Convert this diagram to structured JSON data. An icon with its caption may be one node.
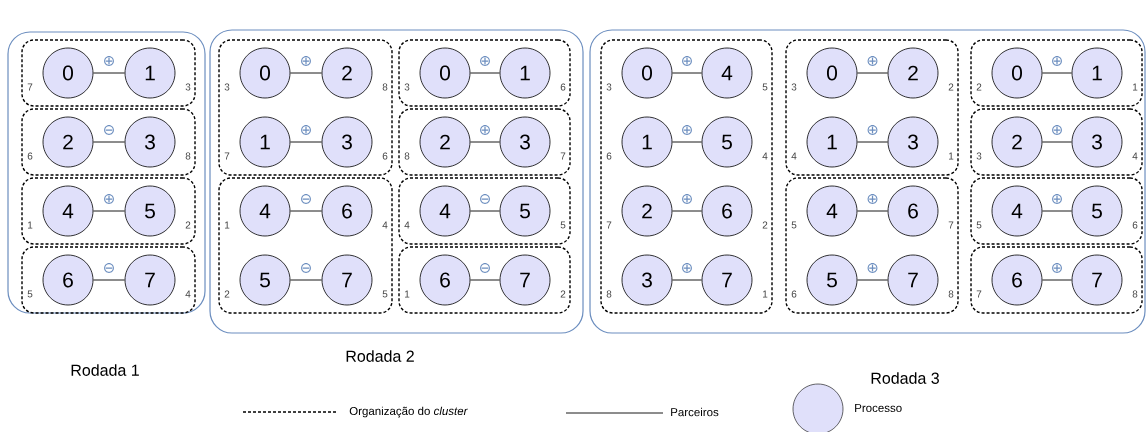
{
  "diagram": {
    "nodes": [
      {
        "text": [
          "Rodada 1"
        ]
      },
      {
        "text": [],
        "shape": "box",
        "in": 0
      },
      {
        "text": [
          "0"
        ],
        "beside": [
          "7"
        ],
        "in": 1
      },
      {
        "text": [
          "1"
        ],
        "beside": [
          "3"
        ],
        "in": 1
      },
      {
        "text": [],
        "shape": "box",
        "in": 0
      },
      {
        "text": [
          "2"
        ],
        "beside": [
          "6"
        ],
        "in": 4
      },
      {
        "text": [
          "3"
        ],
        "beside": [
          "8"
        ],
        "in": 4
      },
      {
        "text": [],
        "shape": "box",
        "in": 0
      },
      {
        "text": [
          "4"
        ],
        "beside": [
          "1"
        ],
        "in": 7
      },
      {
        "text": [
          "5"
        ],
        "beside": [
          "2"
        ],
        "in": 7
      },
      {
        "text": [],
        "shape": "box",
        "in": 0
      },
      {
        "text": [
          "6"
        ],
        "beside": [
          "5"
        ],
        "in": 10
      },
      {
        "text": [
          "7"
        ],
        "beside": [
          "4"
        ],
        "in": 10
      },
      {
        "text": [
          "Rodada 2"
        ]
      },
      {
        "text": [],
        "shape": "box",
        "in": 13
      },
      {
        "text": [
          "0"
        ],
        "beside": [
          "3"
        ],
        "in": 14
      },
      {
        "text": [
          "2"
        ],
        "beside": [
          "8"
        ],
        "in": 14
      },
      {
        "text": [
          "1"
        ],
        "beside": [
          "7"
        ],
        "in": 14
      },
      {
        "text": [
          "3"
        ],
        "beside": [
          "6"
        ],
        "in": 14
      },
      {
        "text": [],
        "shape": "box",
        "in": 13
      },
      {
        "text": [
          "4"
        ],
        "beside": [
          "1"
        ],
        "in": 19
      },
      {
        "text": [
          "6"
        ],
        "beside": [
          "4"
        ],
        "in": 19
      },
      {
        "text": [
          "5"
        ],
        "beside": [
          "2"
        ],
        "in": 19
      },
      {
        "text": [
          "7"
        ],
        "beside": [
          "5"
        ],
        "in": 19
      },
      {
        "text": [],
        "shape": "box",
        "in": 13
      },
      {
        "text": [
          "0"
        ],
        "beside": [
          "3"
        ],
        "in": 24
      },
      {
        "text": [
          "1"
        ],
        "beside": [
          "6"
        ],
        "in": 24
      },
      {
        "text": [],
        "shape": "box",
        "in": 13
      },
      {
        "text": [
          "2"
        ],
        "beside": [
          "8"
        ],
        "in": 27
      },
      {
        "text": [
          "3"
        ],
        "beside": [
          "7"
        ],
        "in": 27
      },
      {
        "text": [],
        "shape": "box",
        "in": 13
      },
      {
        "text": [
          "4"
        ],
        "beside": [
          "4"
        ],
        "in": 30
      },
      {
        "text": [
          "5"
        ],
        "beside": [
          "5"
        ],
        "in": 30
      },
      {
        "text": [],
        "shape": "box",
        "in": 13
      },
      {
        "text": [
          "6"
        ],
        "beside": [
          "1"
        ],
        "in": 33
      },
      {
        "text": [
          "7"
        ],
        "beside": [
          "2"
        ],
        "in": 33
      },
      {
        "text": [
          "Rodada 3"
        ]
      },
      {
        "text": [],
        "shape": "box",
        "in": 36
      },
      {
        "text": [
          "0"
        ],
        "beside": [
          "3"
        ],
        "in": 37
      },
      {
        "text": [
          "4"
        ],
        "beside": [
          "5"
        ],
        "in": 37
      },
      {
        "text": [
          "1"
        ],
        "beside": [
          "6"
        ],
        "in": 37
      },
      {
        "text": [
          "5"
        ],
        "beside": [
          "4"
        ],
        "in": 37
      },
      {
        "text": [
          "2"
        ],
        "beside": [
          "7"
        ],
        "in": 37
      },
      {
        "text": [
          "6"
        ],
        "beside": [
          "2"
        ],
        "in": 37
      },
      {
        "text": [
          "3"
        ],
        "beside": [
          "8"
        ],
        "in": 37
      },
      {
        "text": [
          "7"
        ],
        "beside": [
          "1"
        ],
        "in": 37
      },
      {
        "text": [],
        "shape": "box",
        "in": 36
      },
      {
        "text": [
          "0"
        ],
        "beside": [
          "3"
        ],
        "in": 46
      },
      {
        "text": [
          "2"
        ],
        "beside": [
          "2"
        ],
        "in": 46
      },
      {
        "text": [
          "1"
        ],
        "beside": [
          "4"
        ],
        "in": 46
      },
      {
        "text": [
          "3"
        ],
        "beside": [
          "1"
        ],
        "in": 46
      },
      {
        "text": [],
        "shape": "box",
        "in": 36
      },
      {
        "text": [
          "4"
        ],
        "beside": [
          "5"
        ],
        "in": 51
      },
      {
        "text": [
          "6"
        ],
        "beside": [
          "7"
        ],
        "in": 51
      },
      {
        "text": [
          "5"
        ],
        "beside": [
          "6"
        ],
        "in": 51
      },
      {
        "text": [
          "7"
        ],
        "beside": [
          "8"
        ],
        "in": 51
      },
      {
        "text": [],
        "shape": "box",
        "in": 36
      },
      {
        "text": [
          "0"
        ],
        "beside": [
          "2"
        ],
        "in": 56
      },
      {
        "text": [
          "1"
        ],
        "beside": [
          "1"
        ],
        "in": 56
      },
      {
        "text": [],
        "shape": "box",
        "in": 36
      },
      {
        "text": [
          "2"
        ],
        "beside": [
          "3"
        ],
        "in": 59
      },
      {
        "text": [
          "3"
        ],
        "beside": [
          "4"
        ],
        "in": 59
      },
      {
        "text": [],
        "shape": "box",
        "in": 36
      },
      {
        "text": [
          "4"
        ],
        "beside": [
          "5"
        ],
        "in": 62
      },
      {
        "text": [
          "5"
        ],
        "beside": [
          "6"
        ],
        "in": 62
      },
      {
        "text": [],
        "shape": "box",
        "in": 36
      },
      {
        "text": [
          "6"
        ],
        "beside": [
          "7"
        ],
        "in": 65
      },
      {
        "text": [
          "7"
        ],
        "beside": [
          "8"
        ],
        "in": 65
      }
    ],
    "edges": [
      {
        "from": 2,
        "to": 3,
        "arrow": "none",
        "label": "⊕"
      },
      {
        "from": 5,
        "to": 6,
        "arrow": "none",
        "label": "⊖"
      },
      {
        "from": 8,
        "to": 9,
        "arrow": "none",
        "label": "⊕"
      },
      {
        "from": 11,
        "to": 12,
        "arrow": "none",
        "label": "⊖"
      },
      {
        "from": 15,
        "to": 16,
        "arrow": "none",
        "label": "⊕"
      },
      {
        "from": 17,
        "to": 18,
        "arrow": "none",
        "label": "⊕"
      },
      {
        "from": 20,
        "to": 21,
        "arrow": "none",
        "label": "⊖"
      },
      {
        "from": 22,
        "to": 23,
        "arrow": "none",
        "label": "⊖"
      },
      {
        "from": 25,
        "to": 26,
        "arrow": "none",
        "label": "⊕"
      },
      {
        "from": 28,
        "to": 29,
        "arrow": "none",
        "label": "⊕"
      },
      {
        "from": 31,
        "to": 32,
        "arrow": "none",
        "label": "⊖"
      },
      {
        "from": 34,
        "to": 35,
        "arrow": "none",
        "label": "⊖"
      },
      {
        "from": 38,
        "to": 39,
        "arrow": "none",
        "label": "⊕"
      },
      {
        "from": 40,
        "to": 41,
        "arrow": "none",
        "label": "⊕"
      },
      {
        "from": 42,
        "to": 43,
        "arrow": "none",
        "label": "⊕"
      },
      {
        "from": 44,
        "to": 45,
        "arrow": "none",
        "label": "⊕"
      },
      {
        "from": 47,
        "to": 48,
        "arrow": "none",
        "label": "⊕"
      },
      {
        "from": 49,
        "to": 50,
        "arrow": "none",
        "label": "⊕"
      },
      {
        "from": 52,
        "to": 53,
        "arrow": "none",
        "label": "⊕"
      },
      {
        "from": 54,
        "to": 55,
        "arrow": "none",
        "label": "⊕"
      },
      {
        "from": 57,
        "to": 58,
        "arrow": "none",
        "label": "⊕"
      },
      {
        "from": 60,
        "to": 61,
        "arrow": "none",
        "label": "⊕"
      },
      {
        "from": 63,
        "to": 64,
        "arrow": "none",
        "label": "⊕"
      },
      {
        "from": 66,
        "to": 67,
        "arrow": "none",
        "label": "⊕"
      }
    ],
    "legend": [
      {
        "text": "Organização do *cluster*"
      },
      {
        "text": "Parceiros"
      },
      {
        "text": "Processo"
      }
    ]
  }
}
